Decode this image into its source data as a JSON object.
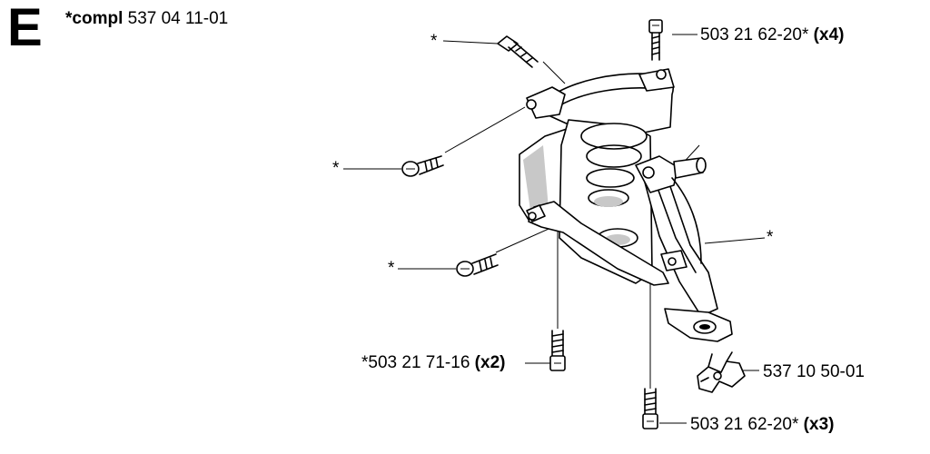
{
  "section_letter": "E",
  "header": {
    "compl_prefix": "*compl",
    "compl_number": "537 04 11-01"
  },
  "callouts": {
    "top_screw": {
      "number": "503 21 62-20*",
      "qty": "(x4)"
    },
    "left_screw": {
      "prefix": "*503 21 71-16",
      "qty": "(x2)"
    },
    "bottom_screw": {
      "number": "503 21 62-20*",
      "qty": "(x3)"
    },
    "clip": {
      "number": "537 10 50-01"
    },
    "star_upper_left": "*",
    "star_mid_left": "*",
    "star_lower_left": "*",
    "star_right": "*"
  }
}
